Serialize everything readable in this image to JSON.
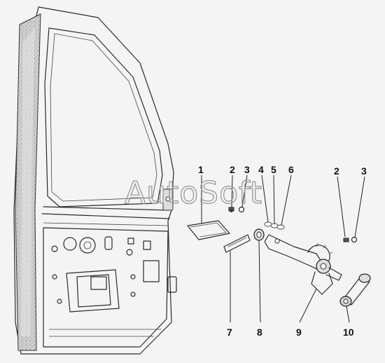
{
  "watermark": "AutoSoft",
  "callouts": [
    {
      "id": "c1",
      "text": "1"
    },
    {
      "id": "c2a",
      "text": "2"
    },
    {
      "id": "c3a",
      "text": "3"
    },
    {
      "id": "c4",
      "text": "4"
    },
    {
      "id": "c5",
      "text": "5"
    },
    {
      "id": "c6",
      "text": "6"
    },
    {
      "id": "c2b",
      "text": "2"
    },
    {
      "id": "c3b",
      "text": "3"
    },
    {
      "id": "c7",
      "text": "7"
    },
    {
      "id": "c8",
      "text": "8"
    },
    {
      "id": "c9",
      "text": "9"
    },
    {
      "id": "c10",
      "text": "10"
    }
  ]
}
